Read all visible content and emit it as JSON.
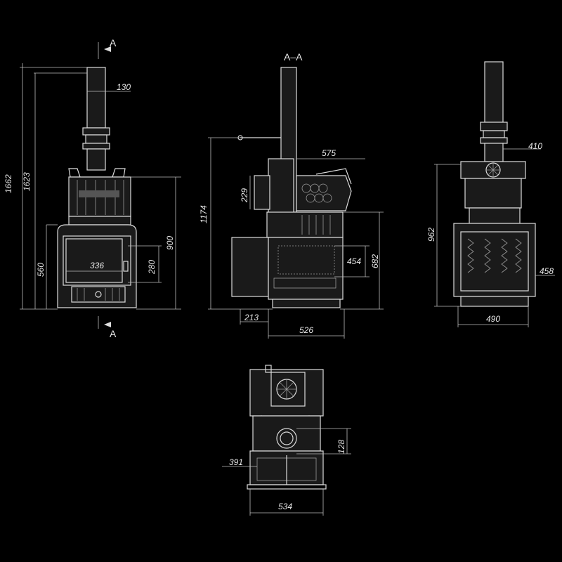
{
  "section_labels": {
    "top_a": "A",
    "bottom_a": "A",
    "section_title": "A–A"
  },
  "front_view": {
    "dims": {
      "total_height": "1662",
      "height_to_top": "1623",
      "pipe_diameter": "130",
      "body_height": "900",
      "door_bottom": "560",
      "door_height": "280",
      "door_width": "336"
    }
  },
  "section_view": {
    "dims": {
      "outlet_height": "1174",
      "tank_width": "575",
      "tank_height": "229",
      "heater_height": "682",
      "firebox_height": "454",
      "tunnel_length": "213",
      "body_depth": "526"
    }
  },
  "side_view": {
    "dims": {
      "top_width": "410",
      "height": "962",
      "depth": "458",
      "width": "490"
    }
  },
  "top_view": {
    "dims": {
      "pipe_offset": "128",
      "inner_depth": "391",
      "width": "534"
    }
  },
  "colors": {
    "background": "#000000",
    "line": "#dcdcdc"
  }
}
